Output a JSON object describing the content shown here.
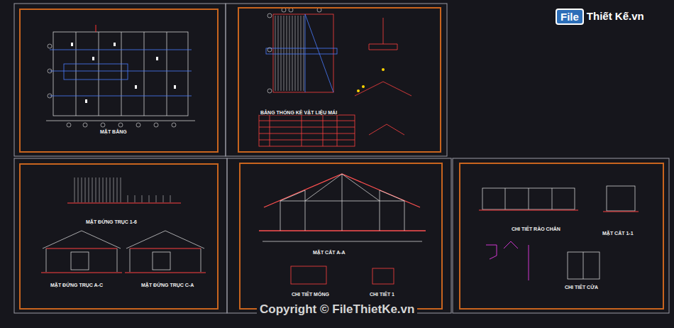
{
  "diagram": {
    "nodes": [
      {
        "text": [
          "MẶT BẰNG"
        ]
      },
      {
        "text": [
          "BẢNG THỐNG KÊ VẬT LIỆU MÁI"
        ]
      },
      {
        "text": [
          "MẶT ĐỨNG TRỤC 1-6",
          "MẶT ĐỨNG TRỤC A-C",
          "MẶT ĐỨNG TRỤC C-A"
        ]
      },
      {
        "text": [
          "MẶT CẮT A-A",
          "CHI TIẾT MÓNG",
          "CHI TIẾT 1"
        ]
      },
      {
        "text": [
          "CHI TIẾT RÀO CHẮN",
          "MẶT CẮT 1-1",
          "CHI TIẾT CỬA"
        ]
      },
      {
        "text": [
          "File",
          "Thiết Kế.vn"
        ]
      }
    ],
    "labels": [
      "Copyright © FileThietKe.vn"
    ]
  }
}
